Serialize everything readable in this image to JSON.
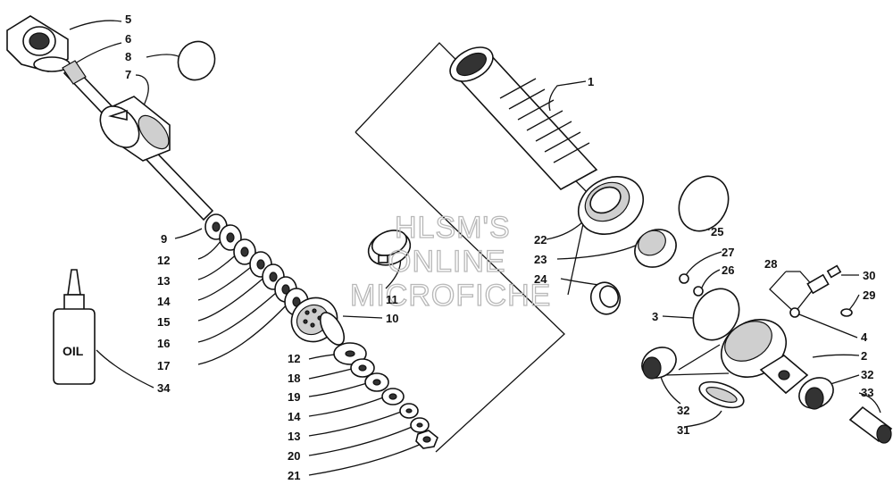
{
  "watermark": {
    "line1": "HLSM'S",
    "line2": "ONLINE",
    "line3": "MICROFICHE"
  },
  "oil_label": "OIL",
  "callouts": [
    "1",
    "2",
    "3",
    "4",
    "5",
    "6",
    "7",
    "8",
    "9",
    "10",
    "11",
    "12",
    "12",
    "13",
    "13",
    "14",
    "14",
    "15",
    "16",
    "17",
    "18",
    "19",
    "20",
    "21",
    "22",
    "23",
    "24",
    "25",
    "26",
    "27",
    "28",
    "29",
    "30",
    "31",
    "32",
    "32",
    "33",
    "34"
  ]
}
